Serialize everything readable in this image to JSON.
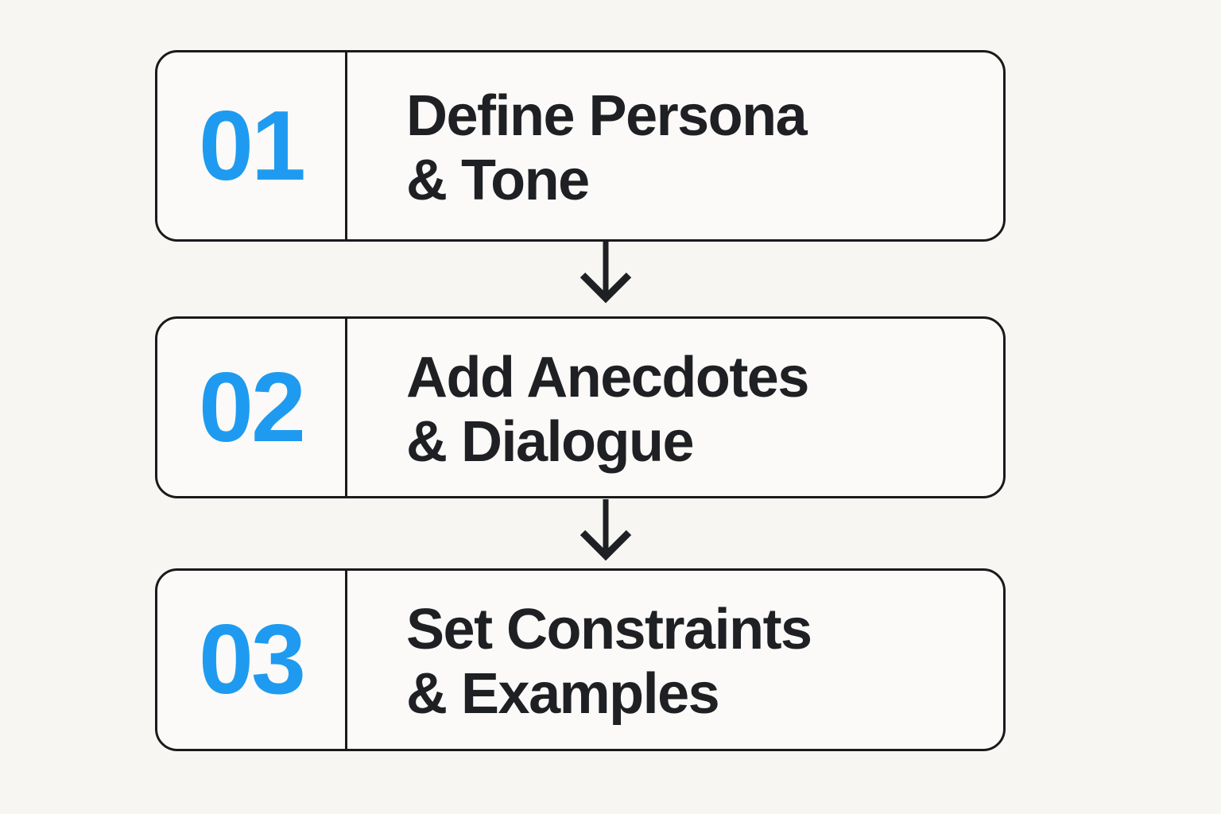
{
  "diagram": {
    "type": "vertical-flow",
    "steps": [
      {
        "number": "01",
        "title_line1": "Define Persona",
        "title_line2": "& Tone"
      },
      {
        "number": "02",
        "title_line1": "Add Anecdotes",
        "title_line2": "& Dialogue"
      },
      {
        "number": "03",
        "title_line1": "Set Constraints",
        "title_line2": "& Examples"
      }
    ],
    "connectors": [
      "arrow-down",
      "arrow-down"
    ]
  },
  "colors": {
    "accent": "#1E9BF0",
    "text": "#1E2023",
    "border": "#1A1A1C",
    "background": "#F7F6F3",
    "box-fill": "#FBFAF8"
  }
}
